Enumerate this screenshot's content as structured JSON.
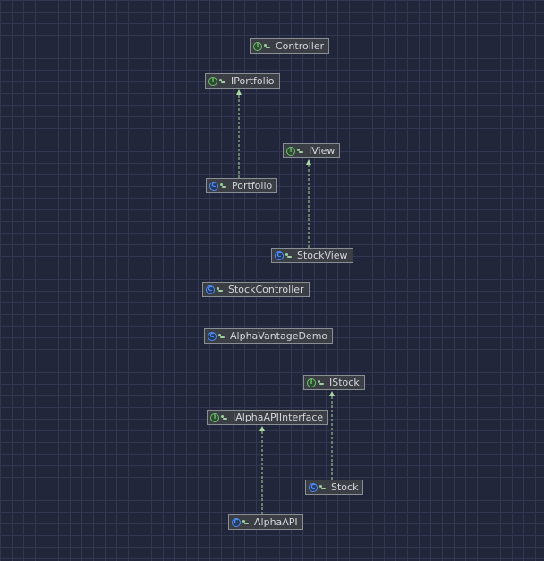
{
  "diagram": {
    "nodes": [
      {
        "id": "Controller",
        "kind": "interface",
        "badge": "I"
      },
      {
        "id": "IPortfolio",
        "kind": "interface",
        "badge": "I"
      },
      {
        "id": "IView",
        "kind": "interface",
        "badge": "I"
      },
      {
        "id": "Portfolio",
        "kind": "class",
        "badge": "C"
      },
      {
        "id": "StockView",
        "kind": "class",
        "badge": "C"
      },
      {
        "id": "StockController",
        "kind": "class",
        "badge": "C"
      },
      {
        "id": "AlphaVantageDemo",
        "kind": "class",
        "badge": "C"
      },
      {
        "id": "IStock",
        "kind": "interface",
        "badge": "I"
      },
      {
        "id": "IAlphaAPIInterface",
        "kind": "interface",
        "badge": "I"
      },
      {
        "id": "Stock",
        "kind": "class",
        "badge": "C"
      },
      {
        "id": "AlphaAPI",
        "kind": "class",
        "badge": "C"
      }
    ],
    "edges": [
      {
        "from": "Portfolio",
        "to": "IPortfolio",
        "relation": "implements"
      },
      {
        "from": "StockView",
        "to": "IView",
        "relation": "implements"
      },
      {
        "from": "Stock",
        "to": "IStock",
        "relation": "implements"
      },
      {
        "from": "AlphaAPI",
        "to": "IAlphaAPIInterface",
        "relation": "implements"
      }
    ],
    "colors": {
      "background": "#22263a",
      "grid": "#323752",
      "node_fill": "#3b3f45",
      "node_border": "#8a8f94",
      "node_text": "#d4d7db",
      "interface_badge": "#6ec16d",
      "class_badge": "#4f8ef7",
      "edge": "#a9dba0"
    }
  }
}
